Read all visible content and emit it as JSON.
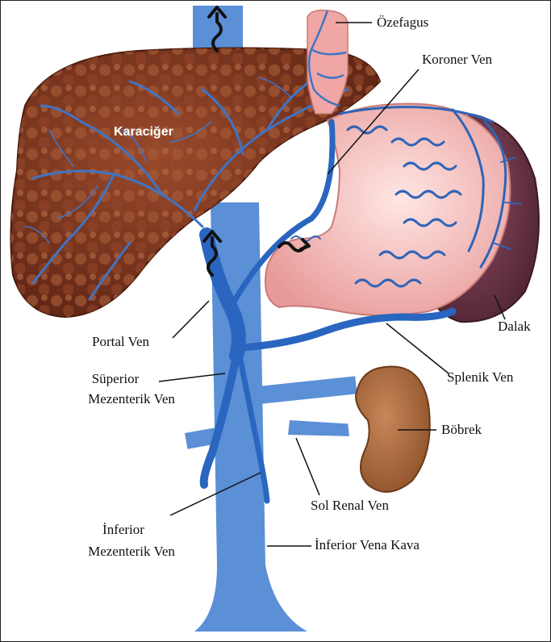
{
  "labels": {
    "liver": "Karaciğer",
    "esophagus": "Özefagus",
    "coronary_vein": "Koroner Ven",
    "spleen": "Dalak",
    "portal_vein": "Portal Ven",
    "splenic_vein": "Splenik Ven",
    "superior_mesenteric_line1": "Süperior",
    "superior_mesenteric_line2": "Mezenterik Ven",
    "kidney": "Böbrek",
    "left_renal_vein": "Sol Renal Ven",
    "inferior_mesenteric_line1": "İnferior",
    "inferior_mesenteric_line2": "Mezenterik Ven",
    "inferior_vena_cava": "İnferior Vena Kava"
  },
  "colors": {
    "vein": "#3f74c4",
    "vena_cava": "#5b8fd6",
    "liver": "#7a2e1a",
    "stomach": "#f2b6b3",
    "spleen": "#6e3b4a",
    "kidney": "#b06a3e"
  }
}
